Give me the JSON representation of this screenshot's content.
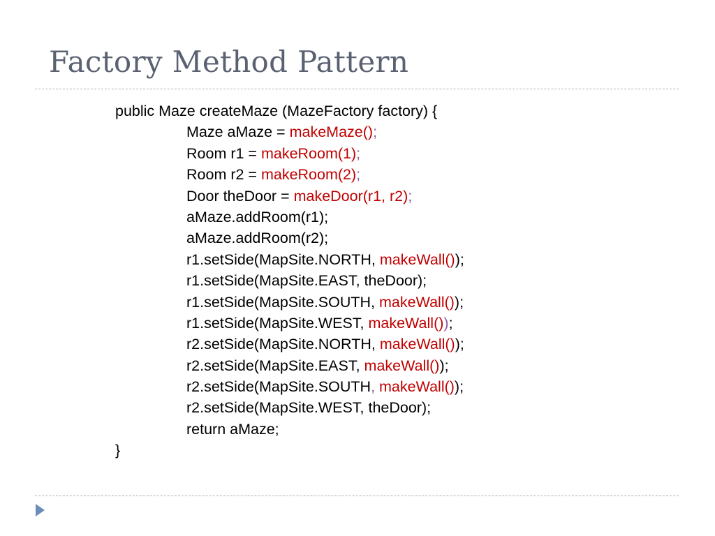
{
  "slide": {
    "title": "Factory Method Pattern"
  },
  "code": {
    "lines": [
      {
        "indent": false,
        "segments": [
          {
            "text": "public Maze createMaze (MazeFactory factory) {",
            "style": "plain"
          }
        ]
      },
      {
        "indent": true,
        "segments": [
          {
            "text": "Maze aMaze = ",
            "style": "plain"
          },
          {
            "text": "makeMaze()",
            "style": "red"
          },
          {
            "text": ";",
            "style": "purple"
          }
        ]
      },
      {
        "indent": true,
        "segments": [
          {
            "text": "Room r1 = ",
            "style": "plain"
          },
          {
            "text": "makeRoom(1)",
            "style": "red"
          },
          {
            "text": ";",
            "style": "purple"
          }
        ]
      },
      {
        "indent": true,
        "segments": [
          {
            "text": "Room r2 = ",
            "style": "plain"
          },
          {
            "text": "makeRoom(2)",
            "style": "red"
          },
          {
            "text": ";",
            "style": "purple"
          }
        ]
      },
      {
        "indent": true,
        "segments": [
          {
            "text": "Door theDoor = ",
            "style": "plain"
          },
          {
            "text": "makeDoor(r1, r2)",
            "style": "red"
          },
          {
            "text": ";",
            "style": "purple"
          }
        ]
      },
      {
        "indent": true,
        "segments": [
          {
            "text": "aMaze.addRoom(r1);",
            "style": "plain"
          }
        ]
      },
      {
        "indent": true,
        "segments": [
          {
            "text": "aMaze.addRoom(r2);",
            "style": "plain"
          }
        ]
      },
      {
        "indent": true,
        "segments": [
          {
            "text": "r1.setSide(MapSite.NORTH, ",
            "style": "plain"
          },
          {
            "text": "makeWall()",
            "style": "red"
          },
          {
            "text": ");",
            "style": "plain"
          }
        ]
      },
      {
        "indent": true,
        "segments": [
          {
            "text": "r1.setSide(MapSite.EAST, theDoor);",
            "style": "plain"
          }
        ]
      },
      {
        "indent": true,
        "segments": [
          {
            "text": "r1.setSide(MapSite.SOUTH, ",
            "style": "plain"
          },
          {
            "text": "makeWall()",
            "style": "red"
          },
          {
            "text": ");",
            "style": "plain"
          }
        ]
      },
      {
        "indent": true,
        "segments": [
          {
            "text": "r1.setSide(MapSite.WEST, ",
            "style": "plain"
          },
          {
            "text": "makeWall()",
            "style": "red"
          },
          {
            "text": ")",
            "style": "purple"
          },
          {
            "text": ";",
            "style": "plain"
          }
        ]
      },
      {
        "indent": true,
        "segments": [
          {
            "text": "r2.setSide(MapSite.NORTH, ",
            "style": "plain"
          },
          {
            "text": "makeWall()",
            "style": "red"
          },
          {
            "text": ");",
            "style": "plain"
          }
        ]
      },
      {
        "indent": true,
        "segments": [
          {
            "text": "r2.setSide(MapSite.EAST, ",
            "style": "plain"
          },
          {
            "text": "makeWall()",
            "style": "red"
          },
          {
            "text": ");",
            "style": "plain"
          }
        ]
      },
      {
        "indent": true,
        "segments": [
          {
            "text": "r2.setSide(MapSite.SOUTH",
            "style": "plain"
          },
          {
            "text": ", ",
            "style": "purple"
          },
          {
            "text": "makeWall()",
            "style": "red"
          },
          {
            "text": ");",
            "style": "plain"
          }
        ]
      },
      {
        "indent": true,
        "segments": [
          {
            "text": "r2.setSide(MapSite.WEST, theDoor);",
            "style": "plain"
          }
        ]
      },
      {
        "indent": true,
        "segments": [
          {
            "text": "return aMaze;",
            "style": "plain"
          }
        ]
      },
      {
        "indent": false,
        "segments": [
          {
            "text": "}",
            "style": "plain"
          }
        ]
      }
    ]
  },
  "colors": {
    "title": "#5a6170",
    "code_text": "#000000",
    "highlight_red": "#c00000",
    "semicolon_purple": "#8a5aa3",
    "divider": "#a9b1bd",
    "nav_arrow": "#6d8db9"
  },
  "icons": {
    "nav": "play-triangle-icon"
  }
}
